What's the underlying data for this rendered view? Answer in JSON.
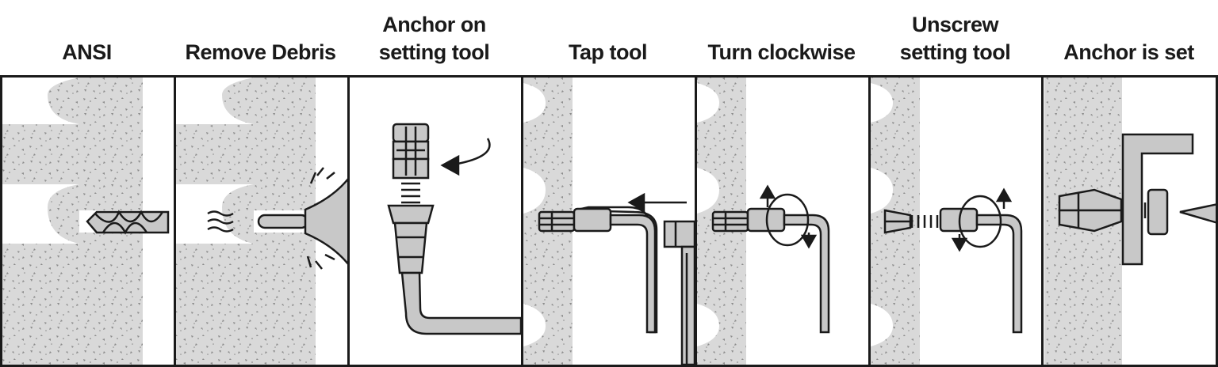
{
  "steps": [
    {
      "title": "ANSI"
    },
    {
      "title": "Remove Debris"
    },
    {
      "title": "Anchor on\nsetting tool"
    },
    {
      "title": "Tap tool"
    },
    {
      "title": "Turn clockwise"
    },
    {
      "title": "Unscrew\nsetting tool"
    },
    {
      "title": "Anchor is set"
    }
  ],
  "colors": {
    "concrete": "#d9d9d9",
    "speckle": "#8c8c8c",
    "outline": "#1a1a1a",
    "metal": "#c8c8c8",
    "background": "#ffffff"
  },
  "icons": [
    "drill-bit-icon",
    "blower-icon",
    "anchor-icon",
    "setting-tool-icon",
    "hammer-icon",
    "rotate-arrow-icon",
    "bracket-icon"
  ]
}
